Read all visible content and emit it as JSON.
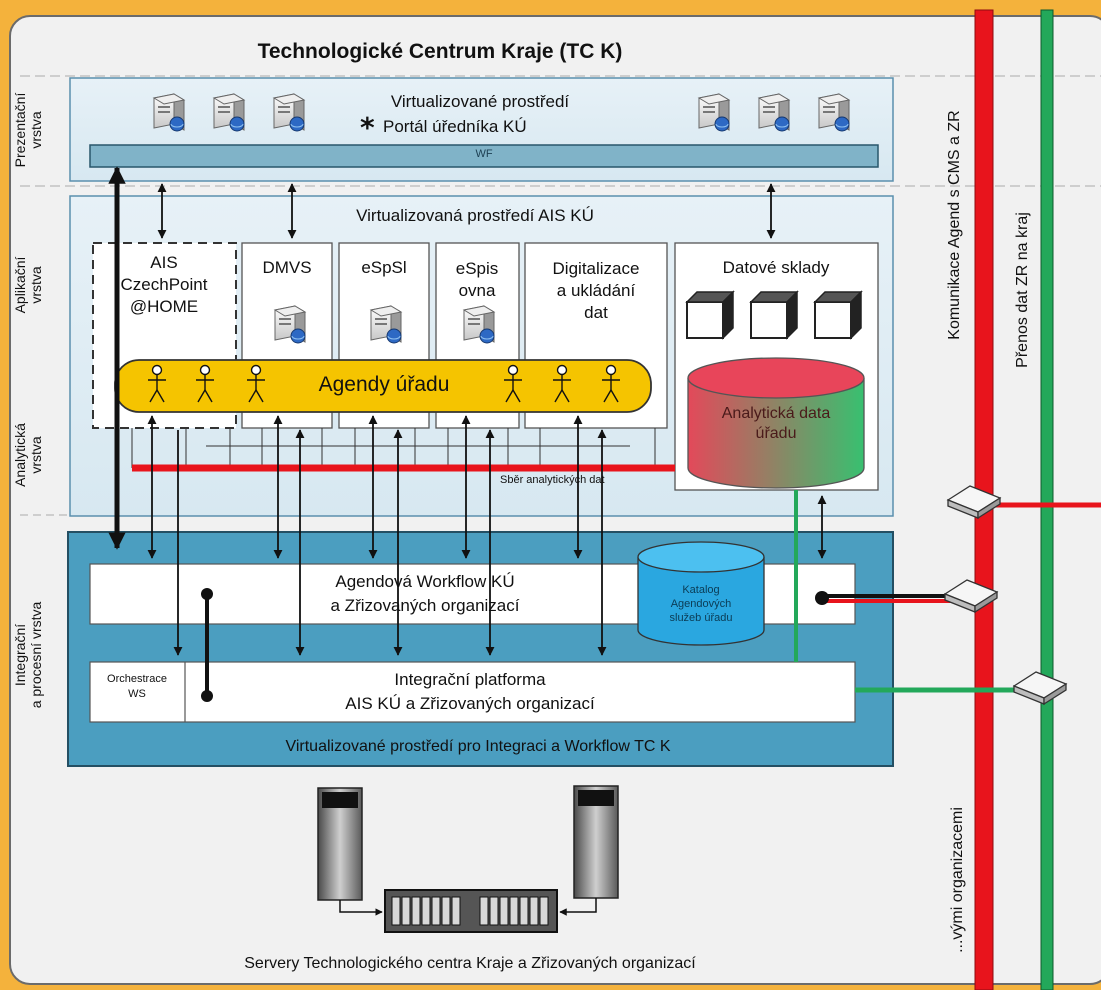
{
  "title": "Technologické Centrum Kraje (TC K)",
  "layers": {
    "prezentacni": [
      "Prezentační",
      "vrstva"
    ],
    "aplikacni": [
      "Aplikační",
      "vrstva"
    ],
    "analyticka": [
      "Analytická",
      "vrstva"
    ],
    "integracni": [
      "Integrační",
      "a procesní vrstva"
    ]
  },
  "presentation": {
    "env": "Virtualizované prostředí",
    "portal": "Portál úředníka KÚ",
    "wf": "WF"
  },
  "application": {
    "env": "Virtualizovaná prostředí AIS KÚ",
    "ais": [
      "AIS",
      "CzechPoint",
      "@HOME"
    ],
    "dmvs": "DMVS",
    "espsl": "eSpSl",
    "espis": [
      "eSpis",
      "ovna"
    ],
    "digit": [
      "Digitalizace",
      "a ukládání",
      "dat"
    ],
    "sklady": "Datové sklady",
    "agendy": "Agendy úřadu",
    "analyticka_data": [
      "Analytická data",
      "úřadu"
    ],
    "sber": "Sběr analytických dat"
  },
  "integration": {
    "workflow": [
      "Agendová Workflow KÚ",
      "a Zřizovaných organizací"
    ],
    "katalog": [
      "Katalog",
      "Agendových",
      "služeb úřadu"
    ],
    "platform": [
      "Integrační platforma",
      "AIS KÚ a Zřizovaných organizací"
    ],
    "orchestrace": [
      "Orchestrace",
      "WS"
    ],
    "env": "Virtualizované prostředí pro Integraci a Workflow TC K"
  },
  "servers_label": "Servery Technologického centra Kraje a Zřizovaných organizací",
  "right_labels": {
    "cms": "Komunikace Agend s CMS a ZR",
    "zr": "Přenos dat ZR na kraj",
    "zrizovane": "...vými organizacemi"
  },
  "colors": {
    "background": "#f4b23c",
    "red_line": "#e8141c",
    "green_line": "#23a85a",
    "agendy_fill": "#f5c400",
    "integration_fill": "#4b9ec0",
    "katalog_fill": "#2aa7e0"
  }
}
